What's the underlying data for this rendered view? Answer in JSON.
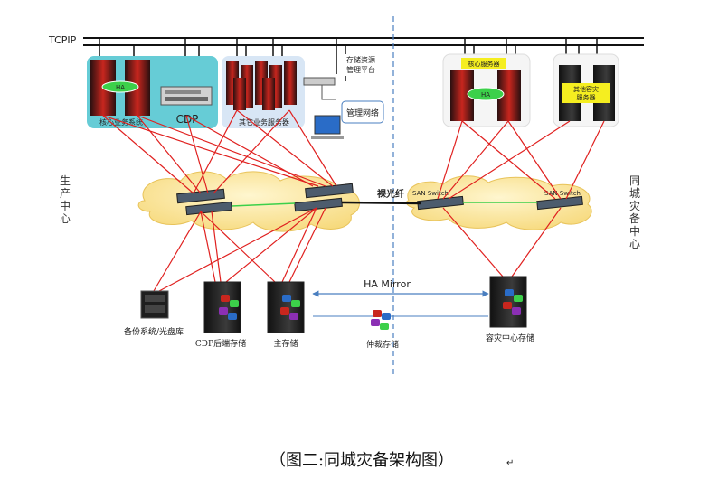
{
  "network": {
    "label": "TCPIP"
  },
  "production": {
    "side_label": [
      "生",
      "产",
      "中",
      "心"
    ],
    "core_system_label": "核心业务系统",
    "ha_badge": "HA",
    "cdp_label": "CDP",
    "other_servers_label": "其它业务服务器",
    "storage_mgmt_label_line1": "存储资源",
    "storage_mgmt_label_line2": "管理平台",
    "mgmt_network_label": "管理网络",
    "backup_label": "备份系统/光盘库",
    "cdp_storage_label": "CDP后端存储",
    "main_storage_label": "主存储"
  },
  "disaster": {
    "side_label": [
      "同",
      "城",
      "灾",
      "备",
      "中",
      "心"
    ],
    "core_server_label": "核心服务器",
    "ha_badge": "HA",
    "other_dr_label_line1": "其他容灾",
    "other_dr_label_line2": "服务器",
    "san_switch_left": "SAN Switch",
    "san_switch_right": "SAN Switch",
    "dr_storage_label": "容灾中心存储"
  },
  "links": {
    "fiber_label": "裸光纤",
    "ha_mirror_label": "HA Mirror",
    "arbitration_label": "仲裁存储"
  },
  "caption": "（图二:同城灾备架构图）",
  "colors": {
    "line_red": "#e0201f",
    "panel_teal": "#66ccd6",
    "panel_blue": "#d8e6f5",
    "badge_yellow": "#f5ee20",
    "badge_green": "#3cd04a",
    "cloud": "#fde9a8",
    "divider": "#4a7fc0"
  }
}
